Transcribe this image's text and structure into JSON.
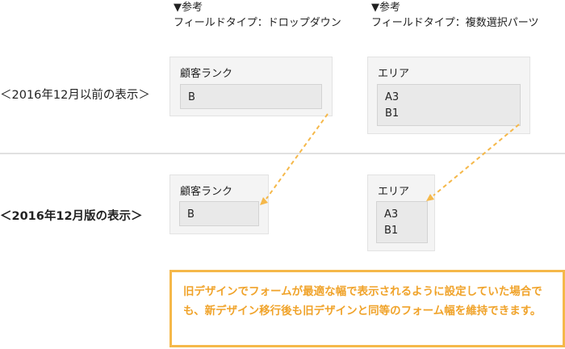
{
  "references": [
    {
      "heading": "▼参考",
      "detail": "フィールドタイプ：ドロップダウン"
    },
    {
      "heading": "▼参考",
      "detail": "フィールドタイプ：複数選択パーツ"
    }
  ],
  "rows": {
    "before_label": "＜2016年12月以前の表示＞",
    "after_label": "＜2016年12月版の表示＞"
  },
  "before": {
    "dropdown": {
      "label": "顧客ランク",
      "values": [
        "B"
      ]
    },
    "multiselect": {
      "label": "エリア",
      "values": [
        "A3",
        "B1"
      ]
    }
  },
  "after": {
    "dropdown": {
      "label": "顧客ランク",
      "values": [
        "B"
      ]
    },
    "multiselect": {
      "label": "エリア",
      "values": [
        "A3",
        "B1"
      ]
    }
  },
  "note": "旧デザインでフォームが最適な幅で表示されるように設定していた場合でも、新デザイン移行後も旧デザインと同等のフォーム幅を維持できます。",
  "colors": {
    "accent": "#f5b84a",
    "note_text": "#f0a32a",
    "divider": "#e1e1e1"
  }
}
